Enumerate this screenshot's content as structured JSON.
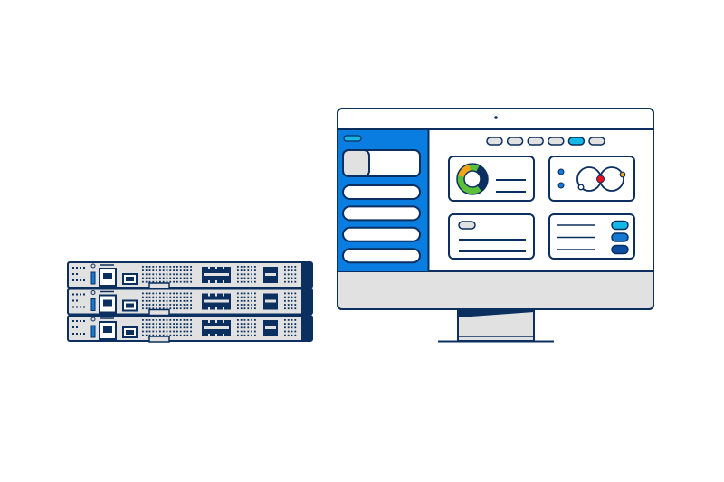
{
  "colors": {
    "outline": "#0b2f5e",
    "sidebar_blue": "#0a7de0",
    "panel_gray": "#e1e1e1",
    "cyan": "#14b8e6",
    "mid_blue": "#1478d4",
    "dark_blue": "#0a4fa0",
    "donut_green": "#5cbf3a",
    "donut_orange": "#f5a512",
    "node_red": "#e8101e",
    "node_orange": "#f5a512",
    "background": "#ffffff"
  },
  "monitor": {
    "tabs": [
      {
        "active": false
      },
      {
        "active": false
      },
      {
        "active": false
      },
      {
        "active": false
      },
      {
        "active": true
      },
      {
        "active": false
      }
    ],
    "sidebar_items": 4,
    "status_pills": [
      "cyan",
      "mid_blue",
      "dark_blue"
    ]
  },
  "server_rack": {
    "units": 3
  }
}
